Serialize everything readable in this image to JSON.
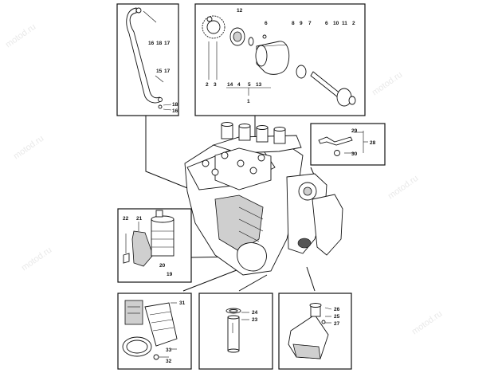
{
  "watermark": {
    "text": "motod.ru"
  },
  "callouts": {
    "n1": "1",
    "n2": "2",
    "n3": "3",
    "n4": "4",
    "n5": "5",
    "n6": "6",
    "n7": "7",
    "n8": "8",
    "n9": "9",
    "n10": "10",
    "n11": "11",
    "n12": "12",
    "n13": "13",
    "n14": "14",
    "n15": "15",
    "n16": "16",
    "n17": "17",
    "n18": "18",
    "n19": "19",
    "n20": "20",
    "n21": "21",
    "n22": "22",
    "n23": "23",
    "n24": "24",
    "n25": "25",
    "n26": "26",
    "n27": "27",
    "n28": "28",
    "n29": "29",
    "n30": "30",
    "n31": "31",
    "n32": "32",
    "n33": "33"
  },
  "colors": {
    "line": "#111111",
    "background": "#ffffff",
    "watermark": "#e9e9e9"
  }
}
